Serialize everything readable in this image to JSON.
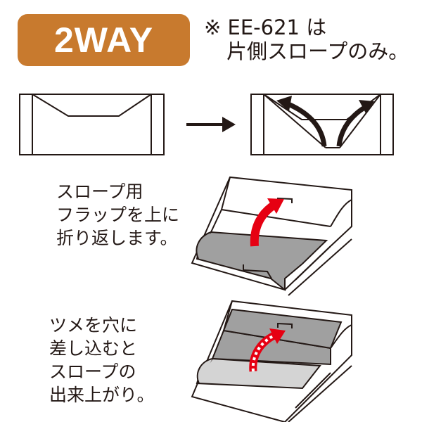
{
  "badge": {
    "label": "2WAY",
    "color": "#c87a2e"
  },
  "note": {
    "mark": "※",
    "line1": "EE-621 は",
    "line2": "片側スロープのみ。"
  },
  "step1": {
    "lines": [
      "スロープ用",
      "フラップを上に",
      "折り返します。"
    ]
  },
  "step2": {
    "lines": [
      "ツメを穴に",
      "差し込むと",
      "スロープの",
      "出来上がり。"
    ]
  },
  "colors": {
    "arrow_red": "#e60012",
    "shade_dark": "#a0a0a0",
    "shade_light": "#d4d4d4",
    "line": "#231815"
  }
}
